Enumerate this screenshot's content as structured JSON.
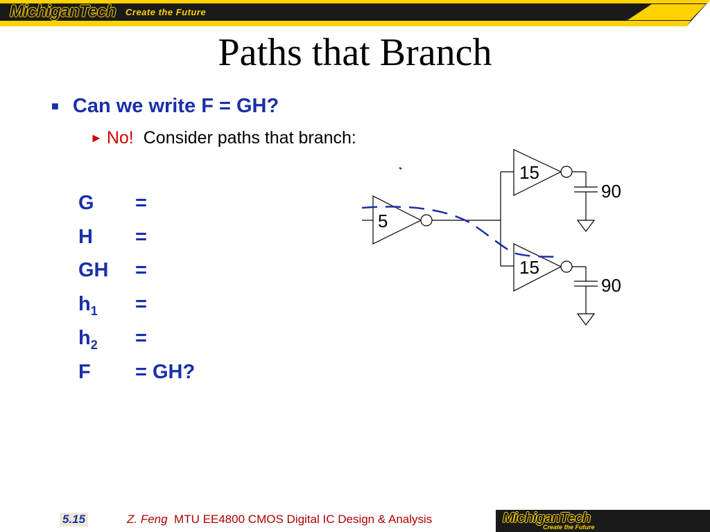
{
  "header": {
    "logo": "MichiganTech",
    "tagline": "Create the Future",
    "colors": {
      "banner": "#1a1a1a",
      "gold": "#ffd200"
    }
  },
  "title": "Paths that Branch",
  "bullets": {
    "level1": "Can we write F = GH?",
    "level2_emphasis": "No!",
    "level2_text": "Consider paths that branch:"
  },
  "equations": [
    {
      "lhs": "G",
      "sub": "",
      "rhs": "="
    },
    {
      "lhs": "H",
      "sub": "",
      "rhs": "="
    },
    {
      "lhs": "GH",
      "sub": "",
      "rhs": "="
    },
    {
      "lhs": "h",
      "sub": "1",
      "rhs": "="
    },
    {
      "lhs": "h",
      "sub": "2",
      "rhs": "="
    },
    {
      "lhs": "F",
      "sub": "",
      "rhs": "= GH?"
    }
  ],
  "circuit": {
    "input_gate_size": "5",
    "top_gate_size": "15",
    "bottom_gate_size": "15",
    "top_load": "90",
    "bottom_load": "90"
  },
  "footer": {
    "page": "5.15",
    "author": "Z. Feng",
    "course": "MTU EE4800 CMOS Digital IC Design & Analysis",
    "logo": "MichiganTech",
    "tagline": "Create the Future"
  }
}
